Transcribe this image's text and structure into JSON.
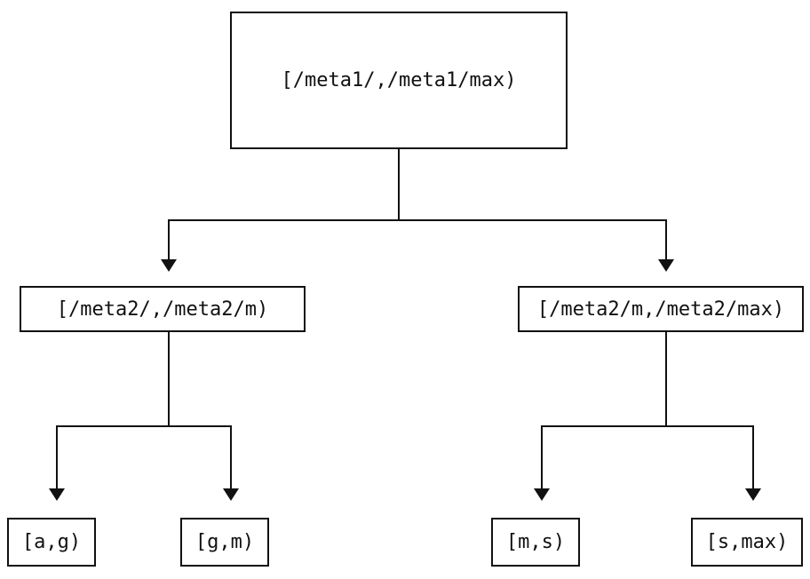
{
  "diagram": {
    "type": "tree",
    "background_color": "#ffffff",
    "line_color": "#111111",
    "box_border_color": "#111111",
    "text_color": "#111111",
    "nodes": {
      "root": "[/meta1/,/meta1/max)",
      "level2_left": "[/meta2/,/meta2/m)",
      "level2_right": "[/meta2/m,/meta2/max)",
      "leaf_ag": "[a,g)",
      "leaf_gm": "[g,m)",
      "leaf_ms": "[m,s)",
      "leaf_smax": "[s,max)"
    },
    "edges": [
      {
        "from": "root",
        "to": "level2_left"
      },
      {
        "from": "root",
        "to": "level2_right"
      },
      {
        "from": "level2_left",
        "to": "leaf_ag"
      },
      {
        "from": "level2_left",
        "to": "leaf_gm"
      },
      {
        "from": "level2_right",
        "to": "leaf_ms"
      },
      {
        "from": "level2_right",
        "to": "leaf_smax"
      }
    ]
  }
}
